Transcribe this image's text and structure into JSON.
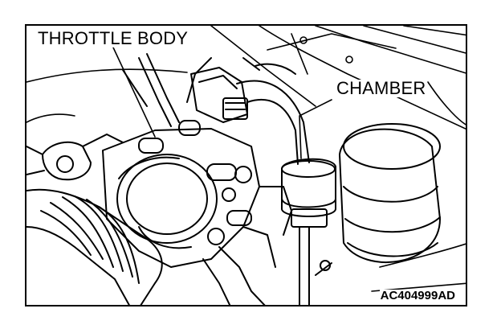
{
  "labels": {
    "throttle_body": "THROTTLE BODY",
    "chamber": "CHAMBER"
  },
  "figure_code": "AC404999AD",
  "colors": {
    "line": "#000000",
    "background": "#ffffff"
  }
}
